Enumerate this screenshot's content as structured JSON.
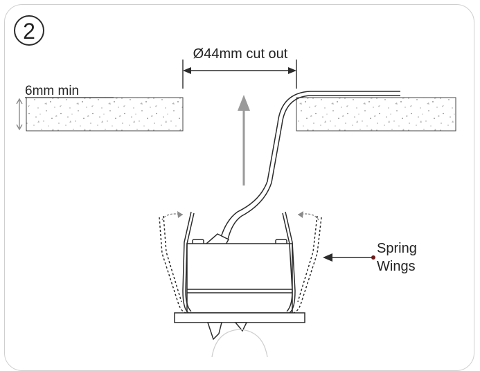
{
  "step": {
    "number": "2"
  },
  "labels": {
    "cutout": "Ø44mm cut out",
    "thickness": "6mm min",
    "spring_line1": "Spring",
    "spring_line2": "Wings"
  },
  "colors": {
    "line": "#2b2b2b",
    "arrow": "#8a8a8a",
    "speckle": "#9a9a9a",
    "dot": "#6b1a1a"
  }
}
